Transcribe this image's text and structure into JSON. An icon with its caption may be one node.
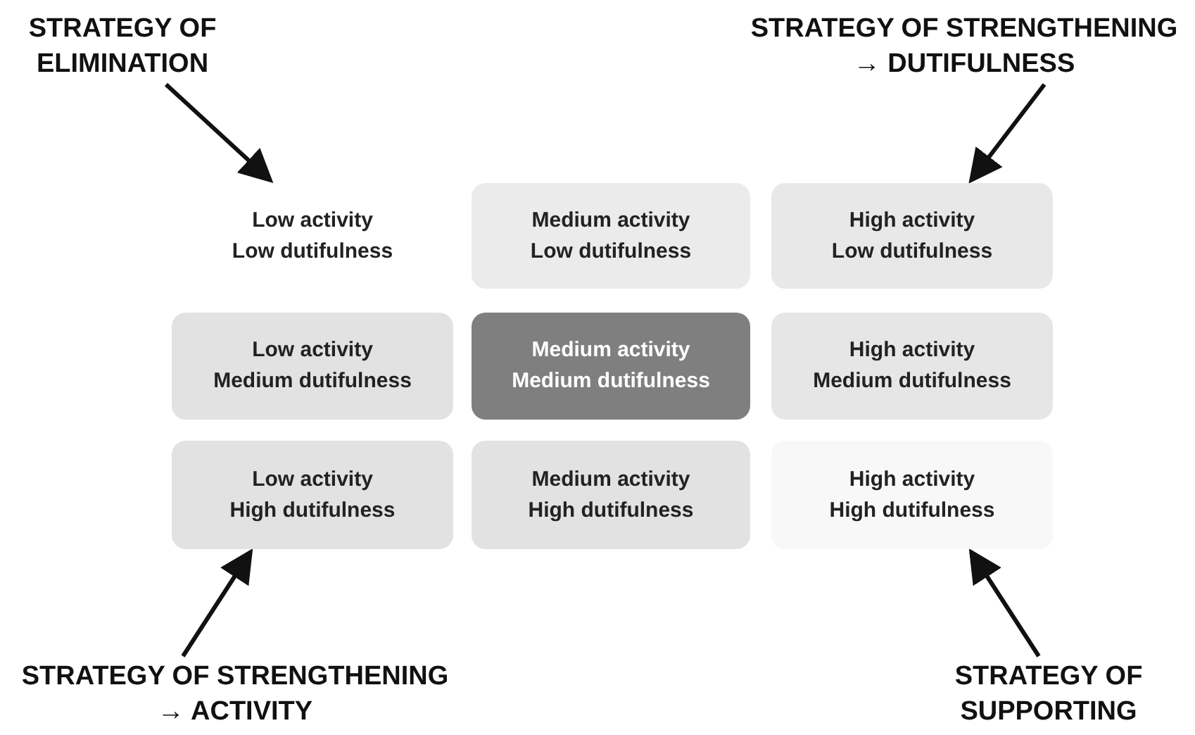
{
  "diagram": {
    "nodes": [
      {
        "text": [
          "STRATEGY OF ELIMINATION"
        ]
      },
      {
        "text": [
          "STRATEGY OF STRENGTHENING → DUTIFULNESS"
        ]
      },
      {
        "text": [
          "Low activity",
          "Low dutifulness"
        ]
      },
      {
        "text": [
          "Medium activity",
          "Low dutifulness"
        ]
      },
      {
        "text": [
          "High activity",
          "Low dutifulness"
        ]
      },
      {
        "text": [
          "Low activity",
          "Medium dutifulness"
        ]
      },
      {
        "text": [
          "Medium activity",
          "Medium dutifulness"
        ]
      },
      {
        "text": [
          "High activity",
          "Medium dutifulness"
        ]
      },
      {
        "text": [
          "Low activity",
          "High dutifulness"
        ]
      },
      {
        "text": [
          "Medium activity",
          "High dutifulness"
        ]
      },
      {
        "text": [
          "High activity",
          "High dutifulness"
        ]
      },
      {
        "text": [
          "STRATEGY OF STRENGTHENING → ACTIVITY"
        ]
      },
      {
        "text": [
          "STRATEGY OF SUPPORTING"
        ]
      }
    ],
    "edges": [
      {
        "from": 0,
        "to": 2,
        "arrow": "to"
      },
      {
        "from": 1,
        "to": 4,
        "arrow": "to"
      },
      {
        "from": 11,
        "to": 8,
        "arrow": "to"
      },
      {
        "from": 12,
        "to": 10,
        "arrow": "to"
      }
    ]
  }
}
